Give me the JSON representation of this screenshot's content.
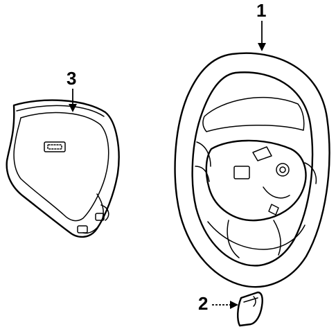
{
  "callouts": [
    {
      "id": "1",
      "label": "1"
    },
    {
      "id": "2",
      "label": "2"
    },
    {
      "id": "3",
      "label": "3"
    }
  ],
  "colors": {
    "ink": "#000000",
    "background": "#ffffff"
  }
}
